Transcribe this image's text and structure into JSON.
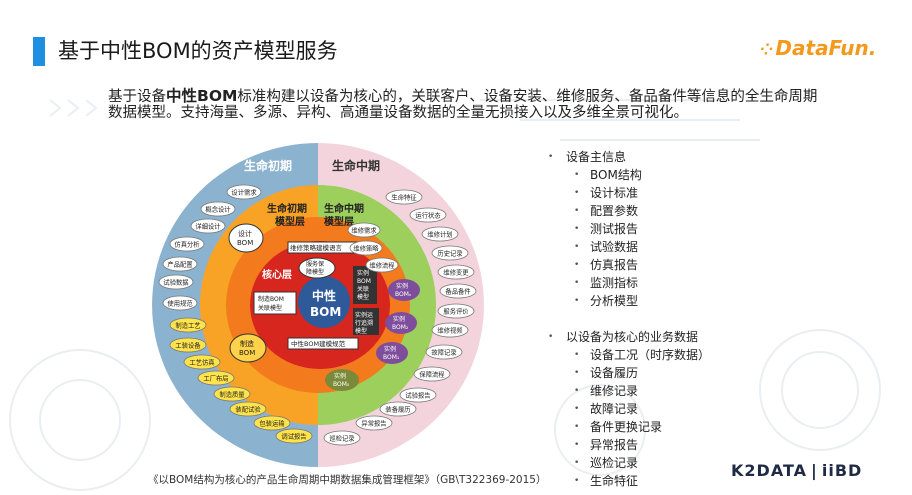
{
  "header": {
    "title": "基于中性BOM的资产模型服务",
    "logo": "DataFun."
  },
  "intro": {
    "pre": "基于设备",
    "strong": "中性BOM",
    "post": "标准构建以设备为核心的，关联客户、设备安装、维修服务、备品备件等信息的全生命周期数据模型。支持海量、多源、异构、高通量设备数据的全量无损接入以及多维全景可视化。"
  },
  "diagram": {
    "phase_early": "生命初期",
    "phase_mid": "生命中期",
    "early_layer": [
      "生命初期",
      "模型层"
    ],
    "mid_layer": [
      "生命中期",
      "模型层"
    ],
    "core_layer": "核心层",
    "center": {
      "top": "中性",
      "bottom": "BOM"
    },
    "design_bom": [
      "设计",
      "BOM"
    ],
    "make_bom": [
      "制造",
      "BOM"
    ],
    "maint_strategy": "维修策略建模语言",
    "neutral_spec": "中性BOM建模规范",
    "service_model": [
      "服务保",
      "障模型"
    ],
    "instance_bom_model": [
      "实例",
      "BOM",
      "关联",
      "模型"
    ],
    "make_bom_model": [
      "制造BOM",
      "关联模型"
    ],
    "instance_trace_model": [
      "实例运",
      "行追溯",
      "模型"
    ],
    "inst": [
      "实例",
      "BOMₙ"
    ],
    "inst2": [
      "实例",
      "BOM₂"
    ],
    "inst1": [
      "实例",
      "BOM₁"
    ],
    "inst0": [
      "实例",
      "BOM₀"
    ],
    "early_tags": [
      "设计需求",
      "概念设计",
      "详细设计",
      "仿真分析",
      "产品配置",
      "试验数据",
      "使用规范"
    ],
    "make_tags": [
      "制造工艺",
      "工装设备",
      "工艺仿真",
      "工厂布局",
      "制造质量",
      "装配试验",
      "包装运输",
      "调试报告"
    ],
    "mid_inner_tags": [
      "维修需求",
      "维修策略",
      "维修流程"
    ],
    "mid_outer_tags": [
      "生命特征",
      "运行状态",
      "维修计划",
      "历史记录",
      "维修变更",
      "备品备件",
      "服务评价",
      "维修视频",
      "故障记录",
      "保障流程",
      "试验报告",
      "装备履历",
      "异常报告",
      "巡检记录"
    ]
  },
  "info": {
    "group1": {
      "title": "设备主信息",
      "items": [
        "BOM结构",
        "设计标准",
        "配置参数",
        "测试报告",
        "试验数据",
        "仿真报告",
        "监测指标",
        "分析模型"
      ]
    },
    "group2": {
      "title": "以设备为核心的业务数据",
      "items": [
        "设备工况（时序数据）",
        "设备履历",
        "维修记录",
        "故障记录",
        "备件更换记录",
        "异常报告",
        "巡检记录",
        "生命特征"
      ]
    }
  },
  "caption": "《以BOM结构为核心的产品生命周期中期数据集成管理框架》（GB\\T322369-2015）",
  "brand": {
    "left": "K2DATA",
    "right": "iiBD"
  },
  "colors": {
    "accent": "#1e8fe1",
    "orange": "#f39a1e",
    "red": "#d7261e",
    "blue_ring": "#8bb3cf",
    "pink_ring": "#f3d4dd"
  }
}
